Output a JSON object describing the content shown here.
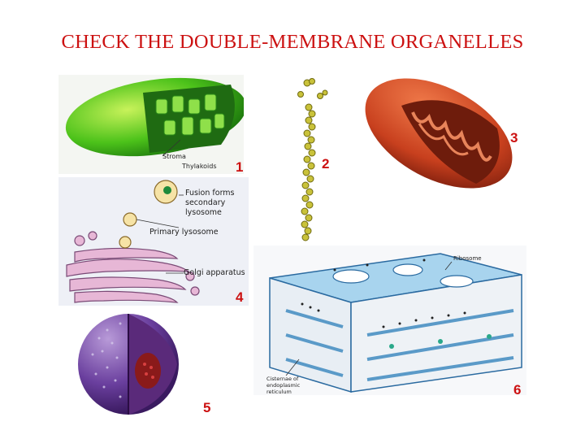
{
  "title": "CHECK THE DOUBLE-MEMBRANE ORGANELLES",
  "numbers": [
    "1",
    "2",
    "3",
    "4",
    "5",
    "6"
  ],
  "chloroplast": {
    "stroma_label": "Stroma",
    "thylakoids_label": "Thylakoids"
  },
  "lysosome": {
    "fusion_label_1": "Fusion forms",
    "fusion_label_2": "secondary",
    "fusion_label_3": "lysosome",
    "primary_label": "Primary lysosome",
    "golgi_label": "Golgi apparatus"
  },
  "er": {
    "ribosome_label": "Ribosome",
    "cisternae_label_1": "Cisternae of",
    "cisternae_label_2": "endoplasmic",
    "cisternae_label_3": "reticulum"
  },
  "colors": {
    "title": "#cc1111",
    "numbers": "#cc1111"
  }
}
